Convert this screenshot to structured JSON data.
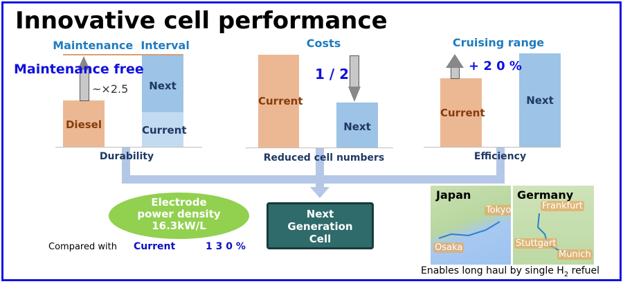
{
  "title": "Innovative cell performance",
  "durability": {
    "heading": "Maintenance  Interval",
    "note": "Maintenance free",
    "multiplier": "~×2.5",
    "bar_diesel": "Diesel",
    "bar_next": "Next",
    "bar_current": "Current",
    "xlabel": "Durability"
  },
  "costs": {
    "heading": "Costs",
    "note": "1 / 2",
    "bar_current": "Current",
    "bar_next": "Next",
    "xlabel": "Reduced cell numbers"
  },
  "efficiency": {
    "heading": "Cruising range",
    "note": "+ 2 0 %",
    "bar_current": "Current",
    "bar_next": "Next",
    "xlabel": "Efficiency"
  },
  "electrode": {
    "line1": "Electrode",
    "line2": "power density",
    "line3": "16.3kW/L",
    "compared": "Compared with",
    "current": "Current",
    "percent": "1 3 0 %"
  },
  "cell": {
    "line1": "Next",
    "line2": "Generation",
    "line3": "Cell"
  },
  "maps": {
    "japan": "Japan",
    "tokyo": "Tokyo",
    "osaka": "Osaka",
    "germany": "Germany",
    "frankfurt": "Frankfurt",
    "stuttgart": "Stuttgart",
    "munich": "Munich",
    "caption_a": "Enables long haul by single H",
    "caption_sub": "2",
    "caption_b": " refuel"
  },
  "colors": {
    "frame": "#1010e8",
    "current_bar": "#ecb894",
    "next_bar": "#9dc3e6",
    "ellipse": "#92d050",
    "connector": "#b4c7e7"
  }
}
